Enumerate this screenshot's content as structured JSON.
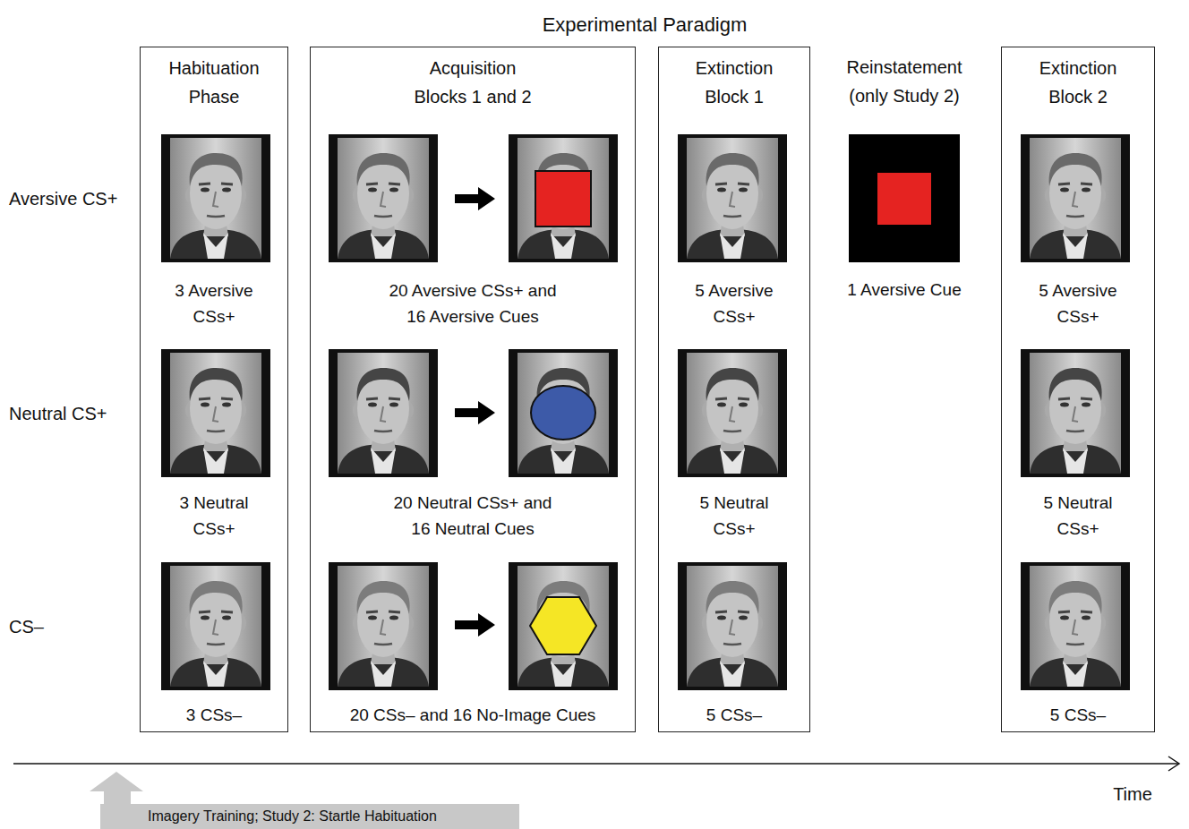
{
  "diagram": {
    "title": "Experimental Paradigm",
    "nodes": [
      {
        "text": [
          "Habituation Phase",
          "3 Aversive CSs+",
          "3 Neutral CSs+",
          "3 CSs–"
        ]
      },
      {
        "text": [
          "Acquisition Blocks 1 and 2",
          "20 Aversive CSs+ and 16 Aversive Cues",
          "20 Neutral CSs+ and 16 Neutral Cues",
          "20 CSs– and 16 No-Image Cues"
        ]
      },
      {
        "text": [
          "Extinction Block 1",
          "5 Aversive CSs+",
          "5 Neutral CSs+",
          "5 CSs–"
        ]
      },
      {
        "text": [
          "Extinction Block 2",
          "5 Aversive CSs+",
          "5 Neutral CSs+",
          "5 CSs–"
        ]
      },
      {
        "text": [
          "Imagery Training; Study 2: Startle Habituation"
        ]
      }
    ],
    "labels": [
      "Aversive CS+",
      "Neutral CS+",
      "CS–",
      "Reinstatement (only Study 2)",
      "1 Aversive Cue",
      "Time"
    ]
  }
}
